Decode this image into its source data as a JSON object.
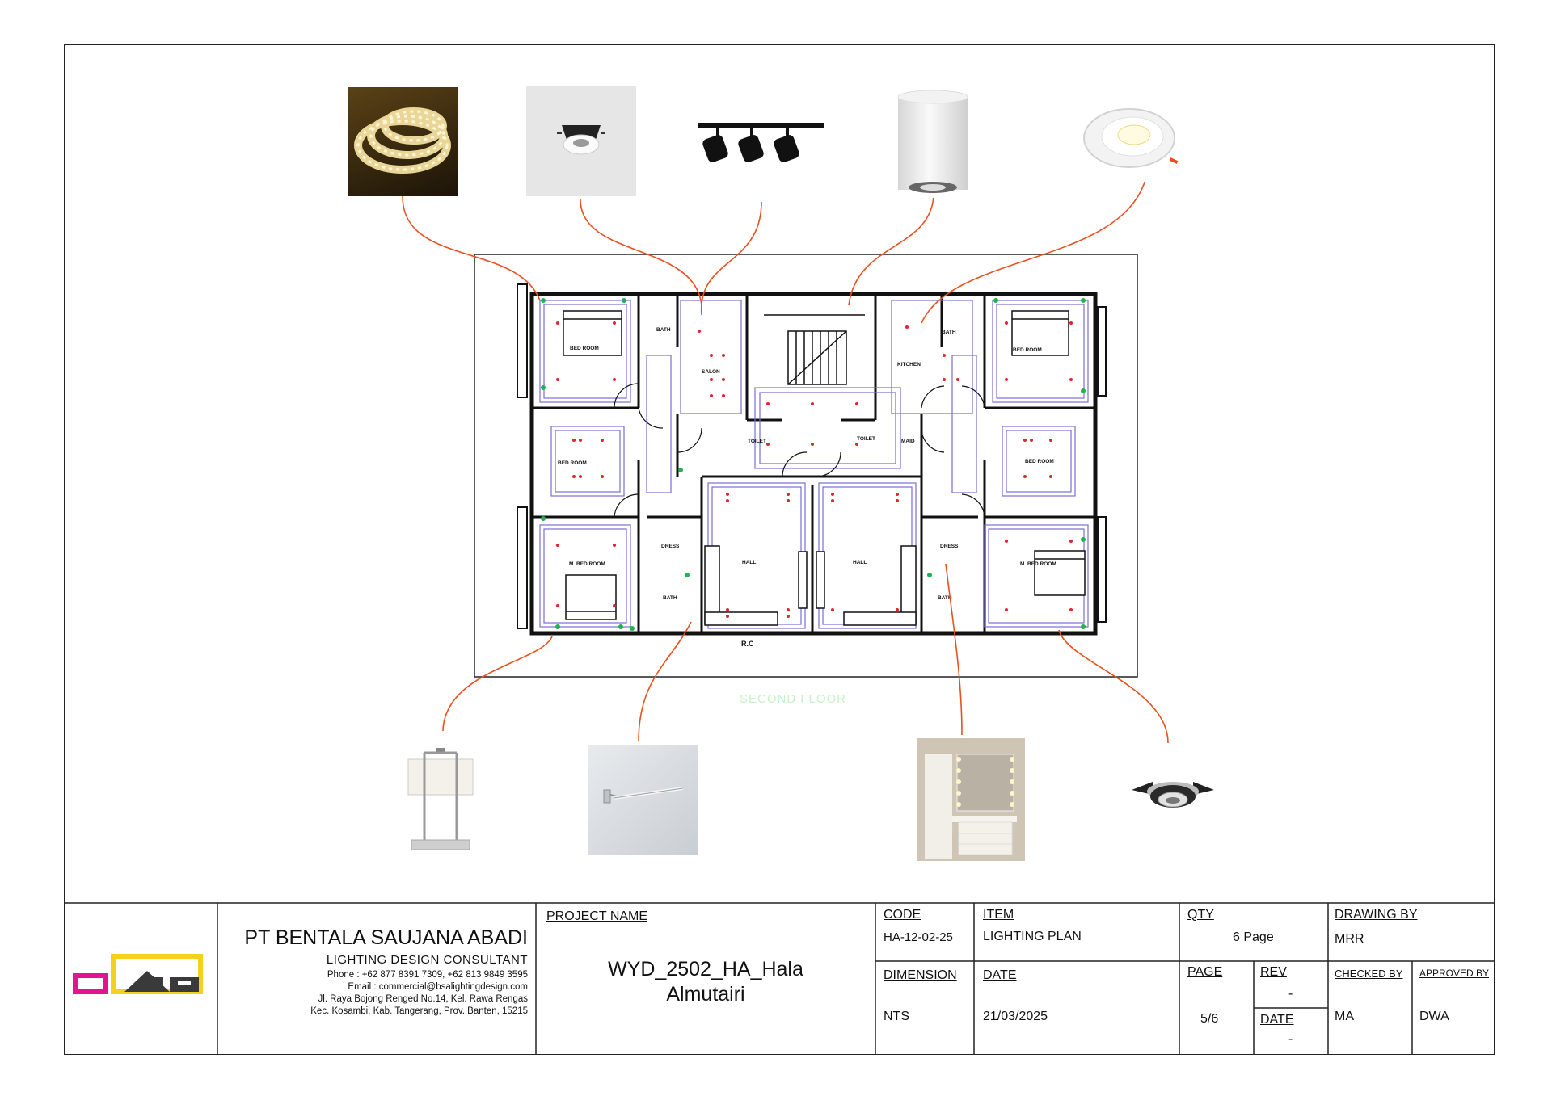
{
  "drawing": {
    "room_labels": [
      "BED ROOM",
      "BATH",
      "SALON",
      "TOILET",
      "BED ROOM",
      "DRESS",
      "M. BED ROOM",
      "BATH",
      "HALL",
      "HALL",
      "KITCHEN",
      "BATH",
      "BED ROOM",
      "TOILET",
      "MAID",
      "BED ROOM",
      "DRESS",
      "M. BED ROOM",
      "BATH"
    ],
    "entrance_label": "R.C",
    "floor_label": "SECOND FLOOR"
  },
  "fixtures": {
    "top": [
      "led-strip-photo",
      "recessed-downlight-photo",
      "track-spotlight-photo",
      "surface-cylinder-downlight-photo",
      "round-downlight-photo"
    ],
    "bottom": [
      "table-lamp-photo",
      "wall-picture-light-photo",
      "vanity-mirror-light-photo",
      "adjustable-downlight-photo"
    ]
  },
  "title_block": {
    "company": "PT BENTALA SAUJANA ABADI",
    "subtitle": "LIGHTING DESIGN CONSULTANT",
    "phone": "Phone : +62 877 8391 7309, +62 813 9849 3595",
    "email": "Email : commercial@bsalightingdesign.com",
    "address1": "Jl. Raya Bojong Renged No.14, Kel. Rawa Rengas",
    "address2": "Kec. Kosambi, Kab. Tangerang, Prov. Banten, 15215",
    "project_name_label": "PROJECT NAME",
    "project_name_line1": "WYD_2502_HA_Hala",
    "project_name_line2": "Almutairi",
    "code_label": "CODE",
    "code_value": "HA-12-02-25",
    "item_label": "ITEM",
    "item_value": "LIGHTING PLAN",
    "qty_label": "QTY",
    "qty_value": "6 Page",
    "drawing_by_label": "DRAWING BY",
    "drawing_by_value": "MRR",
    "dimension_label": "DIMENSION",
    "dimension_value": "NTS",
    "date_label": "DATE",
    "date_value": "21/03/2025",
    "page_label": "PAGE",
    "page_value": "5/6",
    "rev_label": "REV",
    "rev_value": "-",
    "rev_date_label": "DATE",
    "rev_date_value": "-",
    "checked_by_label": "CHECKED BY",
    "checked_by_value": "MA",
    "approved_by_label": "APPROVED BY",
    "approved_by_value": "DWA"
  },
  "colors": {
    "leader": "#e8501e",
    "wall": "#111111",
    "partition": "#7b6fd6",
    "light_dot": "#e0262b",
    "green_dot": "#22b14c",
    "floor_label": "#c9f1c9",
    "logo_magenta": "#e4148c",
    "logo_yellow": "#f2d21b"
  }
}
